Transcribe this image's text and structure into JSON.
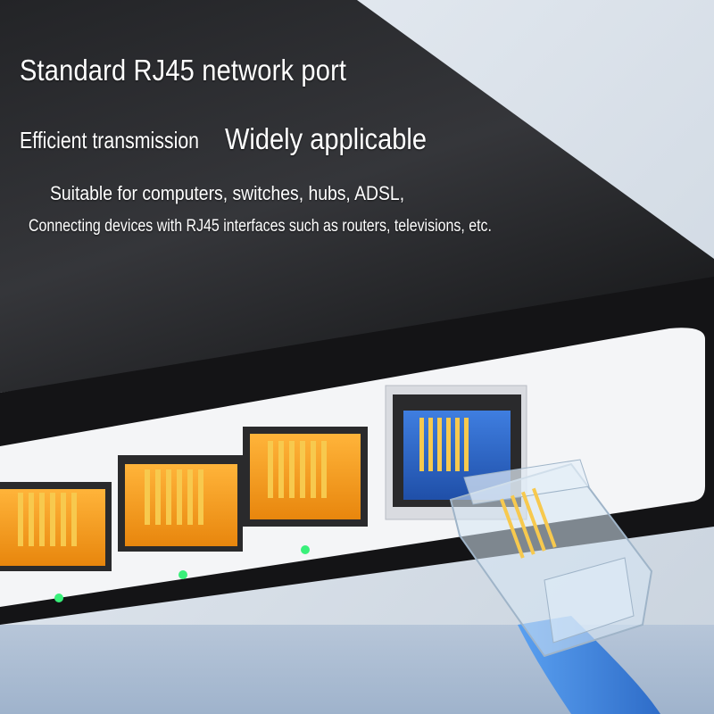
{
  "headline": "Standard RJ45 network port",
  "subheadline": {
    "part1": "Efficient transmission",
    "part2": "Widely applicable"
  },
  "description": {
    "line1": "Suitable for computers, switches, hubs, ADSL,",
    "line2": "Connecting devices with RJ45 interfaces such as routers, televisions, etc."
  },
  "colors": {
    "device_top": "#2b2c2f",
    "device_front": "#141416",
    "panel": "#f4f5f7",
    "port_orange": "#f39a17",
    "port_blue": "#2d63c6",
    "pins": "#f7c94e",
    "led_green": "#39f07a",
    "cable_blue": "#3f86e0"
  }
}
